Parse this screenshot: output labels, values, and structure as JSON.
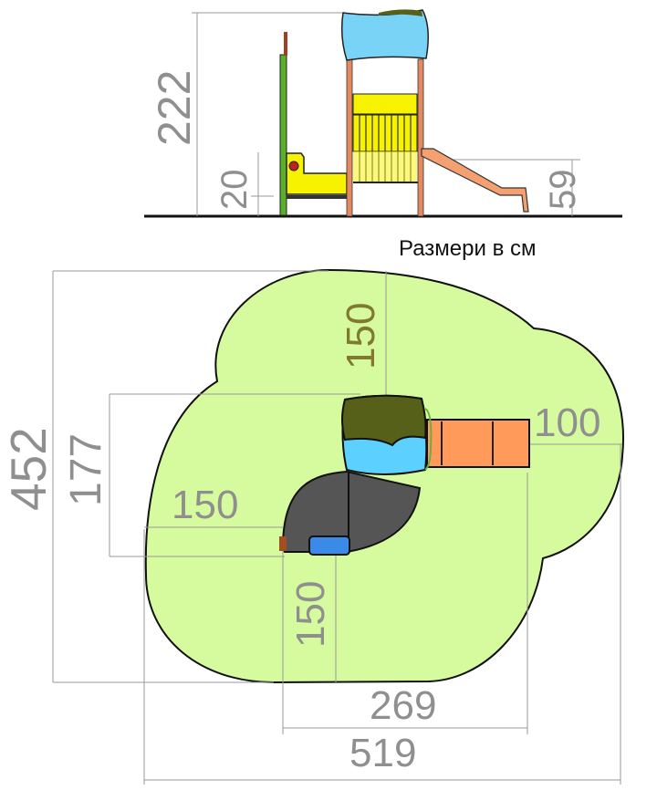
{
  "side_view": {
    "height_total": "222",
    "platform_height": "20",
    "slide_height": "59",
    "units_note": "Размери в см"
  },
  "plan_view": {
    "depth_total": "452",
    "depth_structure": "177",
    "tower_to_top": "150",
    "left_clearance": "150",
    "bottom_clearance": "150",
    "slide_clearance": "100",
    "width_structure": "269",
    "width_total": "519"
  },
  "colors": {
    "safety_zone": "#d6fb9e",
    "roof_blue": "#5fd0ff",
    "roof_olive": "#566018",
    "slide": "#ff9a5a",
    "platform": "#555555",
    "panel_yellow": "#f7f200",
    "post": "#e48a60",
    "pole_green": "#5ab02a"
  }
}
